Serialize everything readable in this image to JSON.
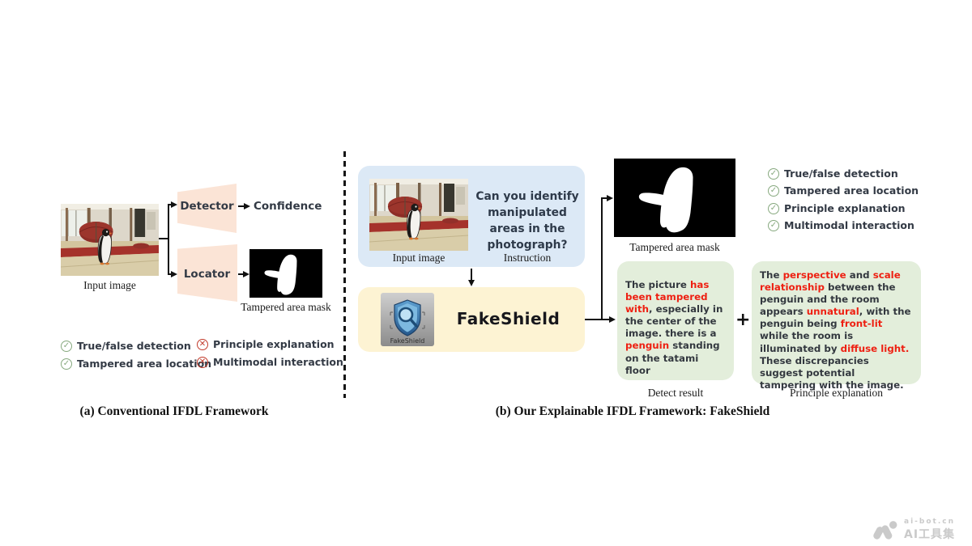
{
  "panel_a": {
    "caption": "(a) Conventional IFDL Framework",
    "input_image_label": "Input image",
    "detector_label": "Detector",
    "confidence_label": "Confidence",
    "locator_label": "Locator",
    "mask_label": "Tampered area mask",
    "checks": [
      {
        "label": "True/false detection",
        "ok": true
      },
      {
        "label": "Tampered area location",
        "ok": true
      },
      {
        "label": "Principle explanation",
        "ok": false
      },
      {
        "label": "Multimodal interaction",
        "ok": false
      }
    ]
  },
  "panel_b": {
    "caption": "(b) Our Explainable IFDL Framework: FakeShield",
    "input_image_label": "Input image",
    "instruction_label": "Instruction",
    "instruction_text": "Can you identify manipulated areas in the photograph?",
    "model_name": "FakeShield",
    "logo_text": "FakeShield",
    "mask_label": "Tampered area mask",
    "plus": "+",
    "checks": [
      {
        "label": "True/false detection",
        "ok": true
      },
      {
        "label": "Tampered area location",
        "ok": true
      },
      {
        "label": "Principle explanation",
        "ok": true
      },
      {
        "label": "Multimodal interaction",
        "ok": true
      }
    ],
    "detect_result": {
      "label": "Detect result",
      "segments": [
        {
          "text": "The picture ",
          "red": false
        },
        {
          "text": "has been tampered with",
          "red": true
        },
        {
          "text": ", especially in the center of the image. there is a ",
          "red": false
        },
        {
          "text": "penguin",
          "red": true
        },
        {
          "text": " standing on the tatami floor",
          "red": false
        }
      ]
    },
    "principle_explanation": {
      "label": "Principle explanation",
      "segments": [
        {
          "text": "The ",
          "red": false
        },
        {
          "text": "perspective",
          "red": true
        },
        {
          "text": " and ",
          "red": false
        },
        {
          "text": "scale relationship",
          "red": true
        },
        {
          "text": " between the penguin and the room appears ",
          "red": false
        },
        {
          "text": "unnatural",
          "red": true
        },
        {
          "text": ", with the penguin being ",
          "red": false
        },
        {
          "text": "front-lit",
          "red": true
        },
        {
          "text": " while the room is illuminated by ",
          "red": false
        },
        {
          "text": "diffuse light.",
          "red": true
        },
        {
          "text": " These discrepancies suggest potential tampering with the image.",
          "red": false
        }
      ]
    }
  },
  "watermark": {
    "domain": "ai-bot.cn",
    "name": "AI工具集"
  },
  "colors": {
    "blue_box": "#dce9f6",
    "yellow_box": "#fdf3d3",
    "green_box": "#e3eedb",
    "peach_trapezoid": "#fbe4d6",
    "check_green": "#87a97f",
    "cross_red": "#c23b2b",
    "highlight_red": "#ee2012"
  }
}
